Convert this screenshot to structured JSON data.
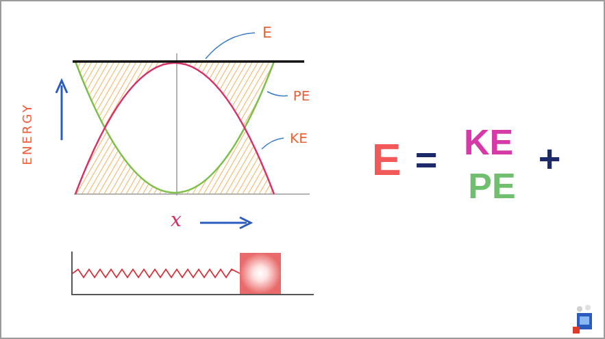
{
  "diagram": {
    "labels": [
      "E",
      "PE",
      "KE",
      "ENERGY",
      "x",
      "E",
      "=",
      "KE",
      "PE",
      "+"
    ]
  }
}
